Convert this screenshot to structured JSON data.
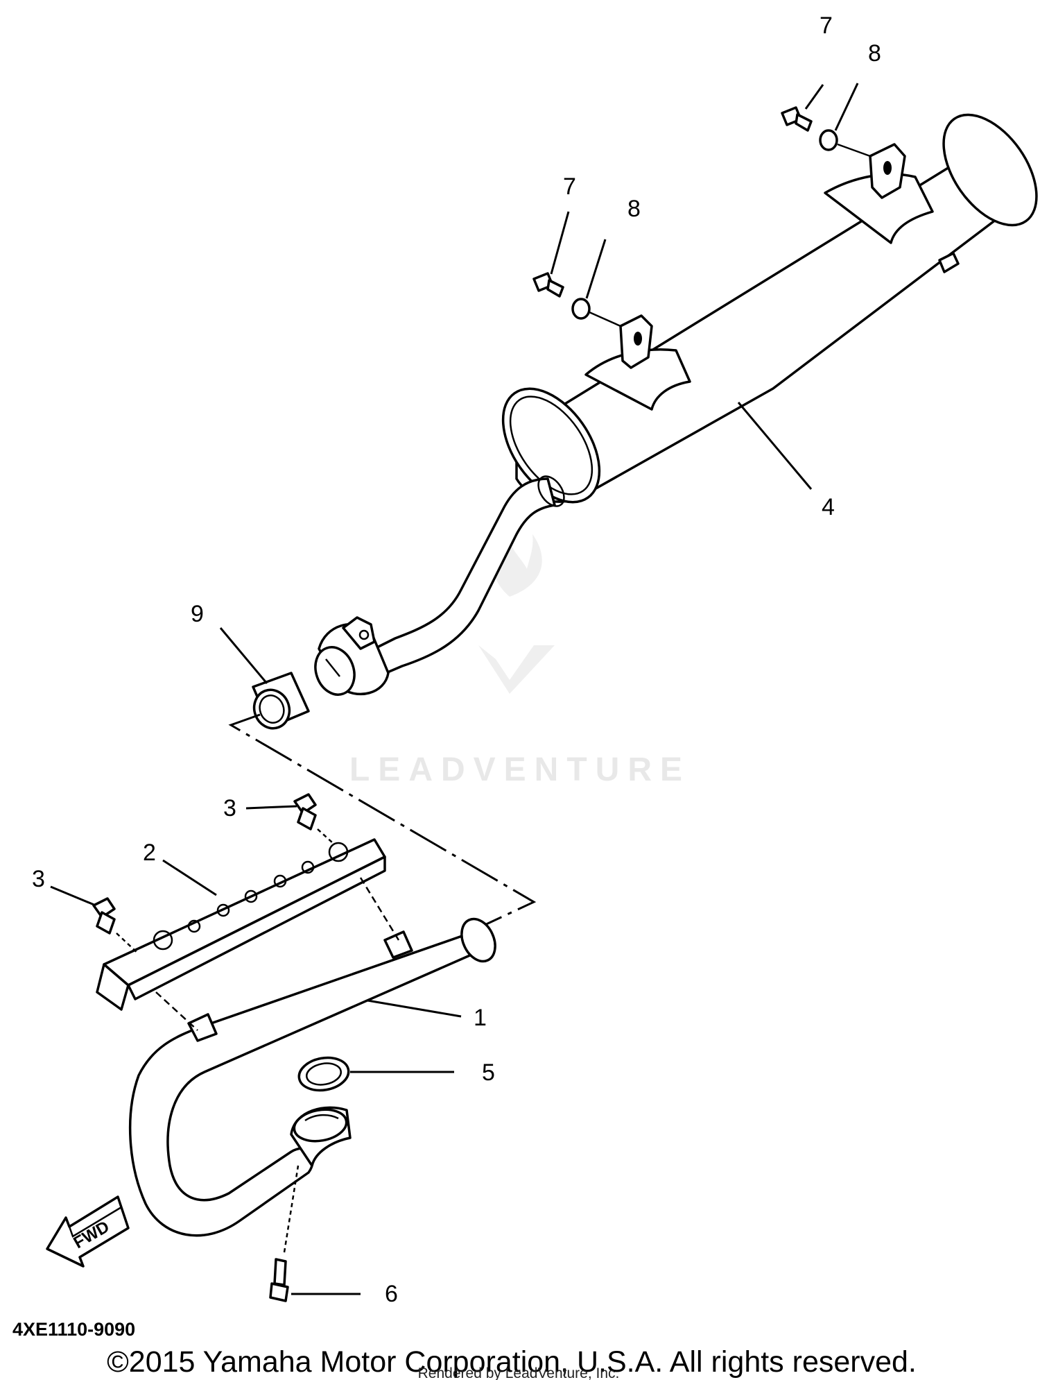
{
  "diagram": {
    "callouts": [
      {
        "id": "c1",
        "label": "1"
      },
      {
        "id": "c2",
        "label": "2"
      },
      {
        "id": "c3a",
        "label": "3"
      },
      {
        "id": "c3b",
        "label": "3"
      },
      {
        "id": "c4",
        "label": "4"
      },
      {
        "id": "c5",
        "label": "5"
      },
      {
        "id": "c6",
        "label": "6"
      },
      {
        "id": "c7a",
        "label": "7"
      },
      {
        "id": "c7b",
        "label": "7"
      },
      {
        "id": "c8a",
        "label": "8"
      },
      {
        "id": "c8b",
        "label": "8"
      },
      {
        "id": "c9",
        "label": "9"
      }
    ],
    "fwd_label": "FWD",
    "diagram_code": "4XE1110-9090"
  },
  "watermark": {
    "text": "LEADVENTURE"
  },
  "footer": {
    "copyright": "©2015 Yamaha Motor Corporation, U.S.A. All rights reserved.",
    "rendered_by": "Rendered by LeadVenture, Inc."
  }
}
